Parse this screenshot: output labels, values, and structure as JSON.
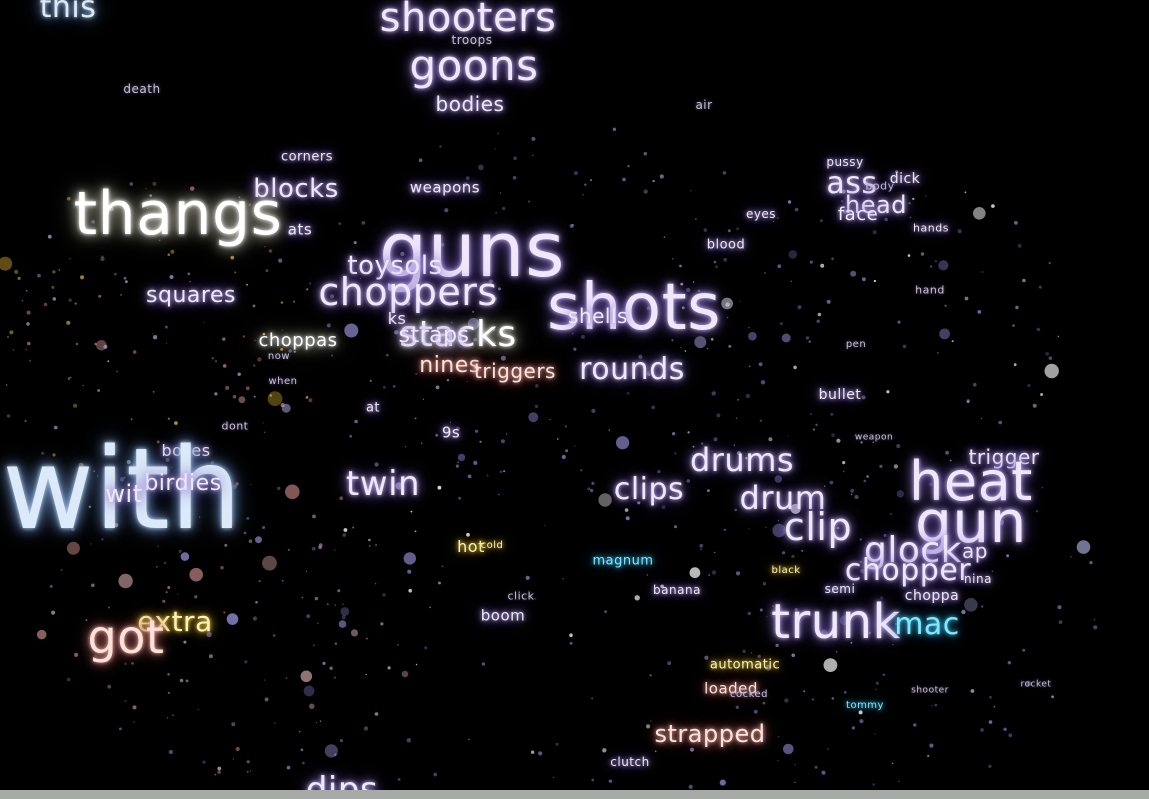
{
  "words": [
    {
      "text": "this",
      "cls": "blu",
      "size": 30
    },
    {
      "text": "shooters",
      "cls": "lav",
      "size": 40
    },
    {
      "text": "troops",
      "cls": "dim",
      "size": 12
    },
    {
      "text": "goons",
      "cls": "lav",
      "size": 42
    },
    {
      "text": "bodies",
      "cls": "lav",
      "size": 20
    },
    {
      "text": "death",
      "cls": "dim",
      "size": 12
    },
    {
      "text": "air",
      "cls": "dim",
      "size": 12
    },
    {
      "text": "corners",
      "cls": "lav",
      "size": 13
    },
    {
      "text": "blocks",
      "cls": "lav",
      "size": 26
    },
    {
      "text": "weapons",
      "cls": "lav",
      "size": 15
    },
    {
      "text": "thangs",
      "cls": "wht",
      "size": 60
    },
    {
      "text": "ats",
      "cls": "lav",
      "size": 15
    },
    {
      "text": "guns",
      "cls": "lav",
      "size": 76
    },
    {
      "text": "pussy",
      "cls": "lav",
      "size": 12
    },
    {
      "text": "ass",
      "cls": "lav",
      "size": 30
    },
    {
      "text": "body",
      "cls": "dim",
      "size": 11
    },
    {
      "text": "dick",
      "cls": "lav",
      "size": 14
    },
    {
      "text": "head",
      "cls": "lav",
      "size": 24
    },
    {
      "text": "face",
      "cls": "lav",
      "size": 18
    },
    {
      "text": "eyes",
      "cls": "lav",
      "size": 12
    },
    {
      "text": "hands",
      "cls": "lav",
      "size": 11
    },
    {
      "text": "blood",
      "cls": "lav",
      "size": 13
    },
    {
      "text": "toysols",
      "cls": "lav",
      "size": 26
    },
    {
      "text": "choppers",
      "cls": "lav",
      "size": 38
    },
    {
      "text": "shots",
      "cls": "lav",
      "size": 64
    },
    {
      "text": "squares",
      "cls": "lav",
      "size": 22
    },
    {
      "text": "shells",
      "cls": "lav",
      "size": 20
    },
    {
      "text": "stacks",
      "cls": "wht",
      "size": 36
    },
    {
      "text": "ks",
      "cls": "lav",
      "size": 16
    },
    {
      "text": "straps",
      "cls": "lav",
      "size": 22
    },
    {
      "text": "hand",
      "cls": "dim",
      "size": 11
    },
    {
      "text": "choppas",
      "cls": "wht",
      "size": 18
    },
    {
      "text": "pen",
      "cls": "dim",
      "size": 10
    },
    {
      "text": "nines",
      "cls": "pnk",
      "size": 22
    },
    {
      "text": "triggers",
      "cls": "pnk",
      "size": 20
    },
    {
      "text": "rounds",
      "cls": "lav",
      "size": 30
    },
    {
      "text": "now",
      "cls": "dim",
      "size": 10
    },
    {
      "text": "when",
      "cls": "dim",
      "size": 10
    },
    {
      "text": "bullet",
      "cls": "lav",
      "size": 14
    },
    {
      "text": "at",
      "cls": "lav",
      "size": 13
    },
    {
      "text": "dont",
      "cls": "dim",
      "size": 11
    },
    {
      "text": "9s",
      "cls": "lav",
      "size": 15
    },
    {
      "text": "weapon",
      "cls": "dim",
      "size": 9
    },
    {
      "text": "drums",
      "cls": "lav",
      "size": 32
    },
    {
      "text": "trigger",
      "cls": "lav",
      "size": 20
    },
    {
      "text": "boxes",
      "cls": "lav",
      "size": 16
    },
    {
      "text": "heat",
      "cls": "lav",
      "size": 54
    },
    {
      "text": "with",
      "cls": "blu",
      "size": 112
    },
    {
      "text": "birdies",
      "cls": "lav",
      "size": 22
    },
    {
      "text": "wit",
      "cls": "lav",
      "size": 24
    },
    {
      "text": "twin",
      "cls": "lav",
      "size": 34
    },
    {
      "text": "clips",
      "cls": "lav",
      "size": 30
    },
    {
      "text": "drum",
      "cls": "lav",
      "size": 32
    },
    {
      "text": "gun",
      "cls": "lav",
      "size": 58
    },
    {
      "text": "clip",
      "cls": "lav",
      "size": 38
    },
    {
      "text": "glock",
      "cls": "lav",
      "size": 36
    },
    {
      "text": "ap",
      "cls": "lav",
      "size": 20
    },
    {
      "text": "hot",
      "cls": "yel",
      "size": 16
    },
    {
      "text": "cold",
      "cls": "yel",
      "size": 10
    },
    {
      "text": "magnum",
      "cls": "cyn",
      "size": 13
    },
    {
      "text": "black",
      "cls": "yel",
      "size": 10
    },
    {
      "text": "chopper",
      "cls": "lav",
      "size": 30
    },
    {
      "text": "nina",
      "cls": "lav",
      "size": 12
    },
    {
      "text": "semi",
      "cls": "lav",
      "size": 12
    },
    {
      "text": "banana",
      "cls": "lav",
      "size": 12
    },
    {
      "text": "choppa",
      "cls": "lav",
      "size": 14
    },
    {
      "text": "click",
      "cls": "dim",
      "size": 11
    },
    {
      "text": "boom",
      "cls": "lav",
      "size": 15
    },
    {
      "text": "extra",
      "cls": "yel",
      "size": 28
    },
    {
      "text": "got",
      "cls": "pnk",
      "size": 46
    },
    {
      "text": "trunk",
      "cls": "lav",
      "size": 48
    },
    {
      "text": "mac",
      "cls": "cyn",
      "size": 30
    },
    {
      "text": "automatic",
      "cls": "yel",
      "size": 13
    },
    {
      "text": "loaded",
      "cls": "pnk",
      "size": 15
    },
    {
      "text": "cocked",
      "cls": "dim",
      "size": 10
    },
    {
      "text": "shooter",
      "cls": "dim",
      "size": 9
    },
    {
      "text": "rocket",
      "cls": "dim",
      "size": 9
    },
    {
      "text": "tommy",
      "cls": "cyn",
      "size": 10
    },
    {
      "text": "strapped",
      "cls": "pnk",
      "size": 24
    },
    {
      "text": "clutch",
      "cls": "lav",
      "size": 12
    },
    {
      "text": "dips",
      "cls": "lav",
      "size": 34
    }
  ],
  "palette": {
    "background": "#000000",
    "lavender": "#c9b8f0",
    "white": "#ffffff",
    "blue": "#b8cfee",
    "pink": "#f0b0a8",
    "yellow": "#f5d860",
    "cyan": "#49c8ee",
    "statusbar": "#a7a9a6"
  }
}
